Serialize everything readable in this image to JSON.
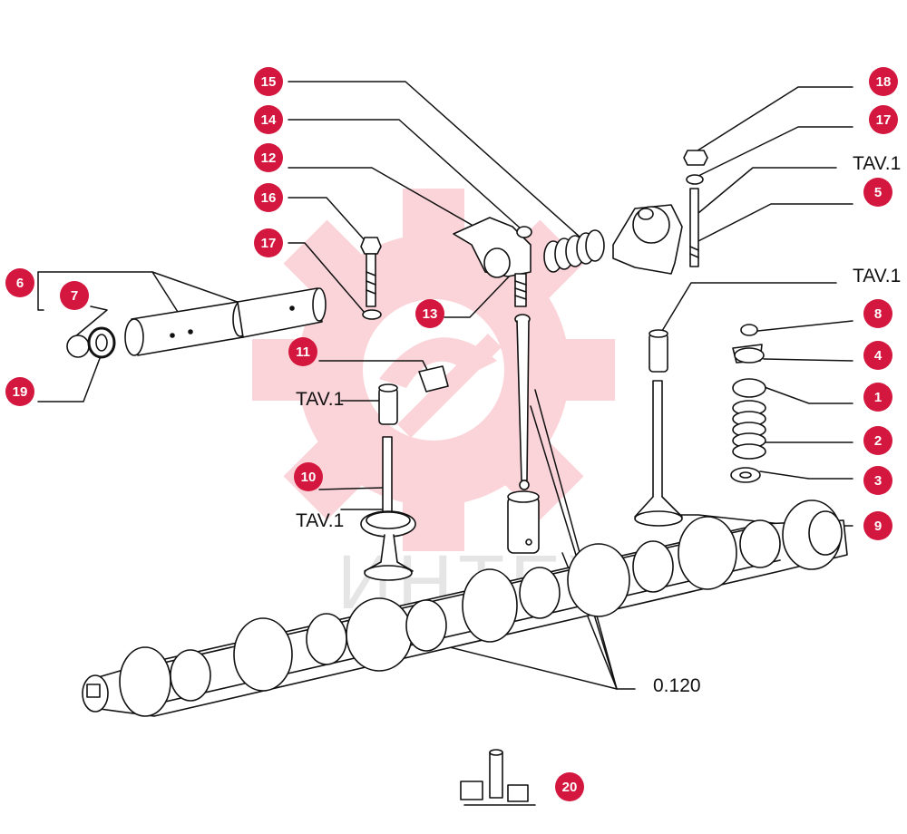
{
  "watermark": {
    "text": "ИНТЕХ",
    "gear_color": "#fbd4d9",
    "text_color": "#e5e5e5"
  },
  "callout_color": "#d3173e",
  "callouts": [
    {
      "id": "callout-15",
      "text": "15"
    },
    {
      "id": "callout-14",
      "text": "14"
    },
    {
      "id": "callout-12",
      "text": "12"
    },
    {
      "id": "callout-16",
      "text": "16"
    },
    {
      "id": "callout-17a",
      "text": "17"
    },
    {
      "id": "callout-6",
      "text": "6"
    },
    {
      "id": "callout-7",
      "text": "7"
    },
    {
      "id": "callout-19",
      "text": "19"
    },
    {
      "id": "callout-13",
      "text": "13"
    },
    {
      "id": "callout-11",
      "text": "11"
    },
    {
      "id": "callout-10",
      "text": "10"
    },
    {
      "id": "callout-18",
      "text": "18"
    },
    {
      "id": "callout-17b",
      "text": "17"
    },
    {
      "id": "callout-5",
      "text": "5"
    },
    {
      "id": "callout-8",
      "text": "8"
    },
    {
      "id": "callout-4",
      "text": "4"
    },
    {
      "id": "callout-1",
      "text": "1"
    },
    {
      "id": "callout-2",
      "text": "2"
    },
    {
      "id": "callout-3",
      "text": "3"
    },
    {
      "id": "callout-9",
      "text": "9"
    },
    {
      "id": "callout-20",
      "text": "20"
    }
  ],
  "labels": [
    {
      "id": "label-tav1-top",
      "text": "TAV.1"
    },
    {
      "id": "label-tav1-right",
      "text": "TAV.1"
    },
    {
      "id": "label-tav1-guide",
      "text": "TAV.1"
    },
    {
      "id": "label-tav1-seat",
      "text": "TAV.1"
    },
    {
      "id": "label-0120",
      "text": "0.120"
    }
  ]
}
